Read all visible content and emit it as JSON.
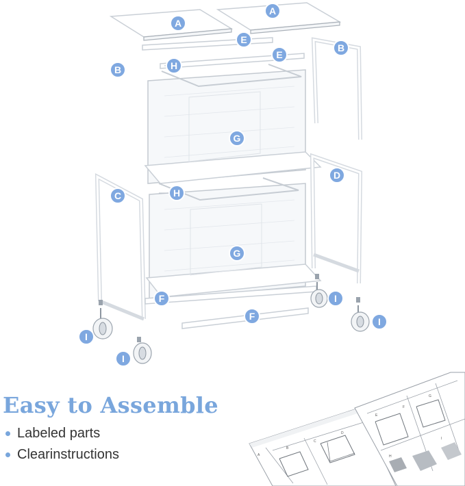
{
  "labels": {
    "A": "A",
    "B": "B",
    "C": "C",
    "D": "D",
    "E": "E",
    "F": "F",
    "G": "G",
    "H": "H",
    "I": "I"
  },
  "headline": "Easy to Assemble",
  "features": [
    "Labeled parts",
    "Clearinstructions"
  ],
  "colors": {
    "accent": "#79a6dc",
    "badge": "#7fa8e0",
    "text": "#333333"
  },
  "manual_page_labels": [
    "A",
    "B",
    "C",
    "D",
    "E",
    "F",
    "G",
    "H",
    "I"
  ]
}
